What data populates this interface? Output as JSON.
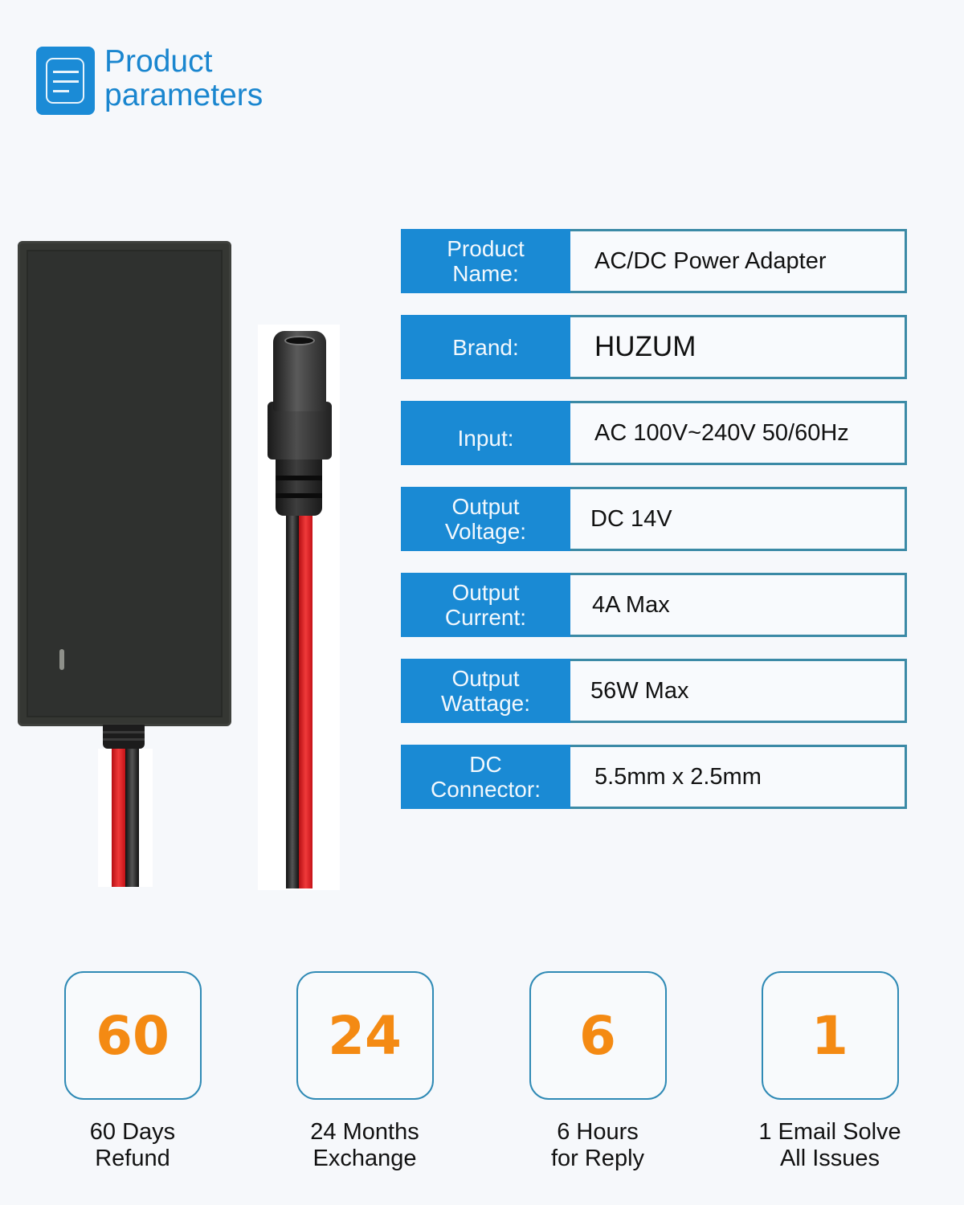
{
  "header": {
    "icon": "document-list-icon",
    "title_line1": "Product",
    "title_line2": "parameters"
  },
  "product_image": {
    "description": "Black AC/DC power adapter brick with red/black DC cable and female 5.5mm barrel connector"
  },
  "specs": [
    {
      "label": "Product\nName:",
      "value": "AC/DC Power Adapter"
    },
    {
      "label": "Brand:",
      "value": "HUZUM"
    },
    {
      "label": "Input:",
      "value": "AC 100V~240V 50/60Hz"
    },
    {
      "label": "Output\nVoltage:",
      "value": "DC 14V"
    },
    {
      "label": "Output\nCurrent:",
      "value": "4A Max"
    },
    {
      "label": "Output\nWattage:",
      "value": "56W Max"
    },
    {
      "label": "DC\nConnector:",
      "value": "5.5mm x 2.5mm"
    }
  ],
  "guarantees": [
    {
      "number": "60",
      "caption": "60 Days\nRefund"
    },
    {
      "number": "24",
      "caption": "24 Months\nExchange"
    },
    {
      "number": "6",
      "caption": "6  Hours\nfor Reply"
    },
    {
      "number": "1",
      "caption": "1 Email Solve\nAll Issues"
    }
  ],
  "colors": {
    "accent_blue": "#1a8ad4",
    "border_teal": "#3b8aa6",
    "number_orange": "#f48a13",
    "background": "#f6f8fb"
  }
}
